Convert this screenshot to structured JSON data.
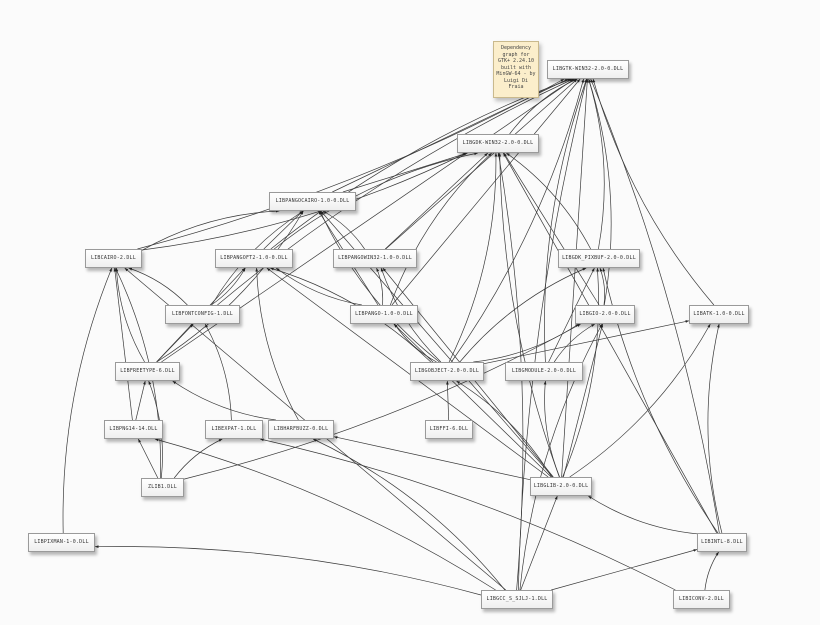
{
  "note": {
    "text": "Dependency graph for GTK+ 2.24.10 built with MinGW-64 - by Luigi Di Fraia"
  },
  "nodes": [
    {
      "id": "libgtk-win32-2.0-0.dll",
      "label": "LIBGTK-WIN32-2.0-0.DLL"
    },
    {
      "id": "libgdk-win32-2.0-0.dll",
      "label": "LIBGDK-WIN32-2.0-0.DLL"
    },
    {
      "id": "libpangocairo-1.0-0.dll",
      "label": "LIBPANGOCAIRO-1.0-0.DLL"
    },
    {
      "id": "libcairo-2.dll",
      "label": "LIBCAIRO-2.DLL"
    },
    {
      "id": "libpangoft2-1.0-0.dll",
      "label": "LIBPANGOFT2-1.0-0.DLL"
    },
    {
      "id": "libpangowin32-1.0-0.dll",
      "label": "LIBPANGOWIN32-1.0-0.DLL"
    },
    {
      "id": "libgdk_pixbuf-2.0-0.dll",
      "label": "LIBGDK_PIXBUF-2.0-0.DLL"
    },
    {
      "id": "libfontconfig-1.dll",
      "label": "LIBFONTCONFIG-1.DLL"
    },
    {
      "id": "libpango-1.0-0.dll",
      "label": "LIBPANGO-1.0-0.DLL"
    },
    {
      "id": "libgio-2.0-0.dll",
      "label": "LIBGIO-2.0-0.DLL"
    },
    {
      "id": "libatk-1.0-0.dll",
      "label": "LIBATK-1.0-0.DLL"
    },
    {
      "id": "libfreetype-6.dll",
      "label": "LIBFREETYPE-6.DLL"
    },
    {
      "id": "libgobject-2.0-0.dll",
      "label": "LIBGOBJECT-2.0-0.DLL"
    },
    {
      "id": "libgmodule-2.0-0.dll",
      "label": "LIBGMODULE-2.0-0.DLL"
    },
    {
      "id": "libpng14-14.dll",
      "label": "LIBPNG14-14.DLL"
    },
    {
      "id": "libexpat-1.dll",
      "label": "LIBEXPAT-1.DLL"
    },
    {
      "id": "libharfbuzz-0.dll",
      "label": "LIBHARFBUZZ-0.DLL"
    },
    {
      "id": "libffi-6.dll",
      "label": "LIBFFI-6.DLL"
    },
    {
      "id": "zlib1.dll",
      "label": "ZLIB1.DLL"
    },
    {
      "id": "libglib-2.0-0.dll",
      "label": "LIBGLIB-2.0-0.DLL"
    },
    {
      "id": "libpixman-1-0.dll",
      "label": "LIBPIXMAN-1-0.DLL"
    },
    {
      "id": "libintl-8.dll",
      "label": "LIBINTL-8.DLL"
    },
    {
      "id": "libgcc_s_sjlj-1.dll",
      "label": "LIBGCC_S_SJLJ-1.DLL"
    },
    {
      "id": "libiconv-2.dll",
      "label": "LIBICONV-2.DLL"
    }
  ],
  "edges": [
    [
      "libgdk-win32-2.0-0.dll",
      "libgtk-win32-2.0-0.dll"
    ],
    [
      "libpangocairo-1.0-0.dll",
      "libgtk-win32-2.0-0.dll"
    ],
    [
      "libcairo-2.dll",
      "libgtk-win32-2.0-0.dll"
    ],
    [
      "libpangoft2-1.0-0.dll",
      "libgtk-win32-2.0-0.dll"
    ],
    [
      "libpangowin32-1.0-0.dll",
      "libgtk-win32-2.0-0.dll"
    ],
    [
      "libgdk_pixbuf-2.0-0.dll",
      "libgtk-win32-2.0-0.dll"
    ],
    [
      "libfontconfig-1.dll",
      "libgtk-win32-2.0-0.dll"
    ],
    [
      "libpango-1.0-0.dll",
      "libgtk-win32-2.0-0.dll"
    ],
    [
      "libgio-2.0-0.dll",
      "libgtk-win32-2.0-0.dll"
    ],
    [
      "libatk-1.0-0.dll",
      "libgtk-win32-2.0-0.dll"
    ],
    [
      "libfreetype-6.dll",
      "libgtk-win32-2.0-0.dll"
    ],
    [
      "libgobject-2.0-0.dll",
      "libgtk-win32-2.0-0.dll"
    ],
    [
      "libgmodule-2.0-0.dll",
      "libgtk-win32-2.0-0.dll"
    ],
    [
      "libglib-2.0-0.dll",
      "libgtk-win32-2.0-0.dll"
    ],
    [
      "libintl-8.dll",
      "libgtk-win32-2.0-0.dll"
    ],
    [
      "libgcc_s_sjlj-1.dll",
      "libgtk-win32-2.0-0.dll"
    ],
    [
      "libpangocairo-1.0-0.dll",
      "libgdk-win32-2.0-0.dll"
    ],
    [
      "libcairo-2.dll",
      "libgdk-win32-2.0-0.dll"
    ],
    [
      "libpangoft2-1.0-0.dll",
      "libgdk-win32-2.0-0.dll"
    ],
    [
      "libpangowin32-1.0-0.dll",
      "libgdk-win32-2.0-0.dll"
    ],
    [
      "libgdk_pixbuf-2.0-0.dll",
      "libgdk-win32-2.0-0.dll"
    ],
    [
      "libpango-1.0-0.dll",
      "libgdk-win32-2.0-0.dll"
    ],
    [
      "libgio-2.0-0.dll",
      "libgdk-win32-2.0-0.dll"
    ],
    [
      "libgobject-2.0-0.dll",
      "libgdk-win32-2.0-0.dll"
    ],
    [
      "libglib-2.0-0.dll",
      "libgdk-win32-2.0-0.dll"
    ],
    [
      "libintl-8.dll",
      "libgdk-win32-2.0-0.dll"
    ],
    [
      "libgcc_s_sjlj-1.dll",
      "libgdk-win32-2.0-0.dll"
    ],
    [
      "libcairo-2.dll",
      "libpangocairo-1.0-0.dll"
    ],
    [
      "libpangoft2-1.0-0.dll",
      "libpangocairo-1.0-0.dll"
    ],
    [
      "libpangowin32-1.0-0.dll",
      "libpangocairo-1.0-0.dll"
    ],
    [
      "libfontconfig-1.dll",
      "libpangocairo-1.0-0.dll"
    ],
    [
      "libpango-1.0-0.dll",
      "libpangocairo-1.0-0.dll"
    ],
    [
      "libfreetype-6.dll",
      "libpangocairo-1.0-0.dll"
    ],
    [
      "libgobject-2.0-0.dll",
      "libpangocairo-1.0-0.dll"
    ],
    [
      "libglib-2.0-0.dll",
      "libpangocairo-1.0-0.dll"
    ],
    [
      "libfontconfig-1.dll",
      "libcairo-2.dll"
    ],
    [
      "libfreetype-6.dll",
      "libcairo-2.dll"
    ],
    [
      "libpng14-14.dll",
      "libcairo-2.dll"
    ],
    [
      "zlib1.dll",
      "libcairo-2.dll"
    ],
    [
      "libpixman-1-0.dll",
      "libcairo-2.dll"
    ],
    [
      "libgcc_s_sjlj-1.dll",
      "libcairo-2.dll"
    ],
    [
      "libfontconfig-1.dll",
      "libpangoft2-1.0-0.dll"
    ],
    [
      "libpango-1.0-0.dll",
      "libpangoft2-1.0-0.dll"
    ],
    [
      "libfreetype-6.dll",
      "libpangoft2-1.0-0.dll"
    ],
    [
      "libgobject-2.0-0.dll",
      "libpangoft2-1.0-0.dll"
    ],
    [
      "libharfbuzz-0.dll",
      "libpangoft2-1.0-0.dll"
    ],
    [
      "libglib-2.0-0.dll",
      "libpangoft2-1.0-0.dll"
    ],
    [
      "libpango-1.0-0.dll",
      "libpangowin32-1.0-0.dll"
    ],
    [
      "libgobject-2.0-0.dll",
      "libpangowin32-1.0-0.dll"
    ],
    [
      "libglib-2.0-0.dll",
      "libpangowin32-1.0-0.dll"
    ],
    [
      "libgio-2.0-0.dll",
      "libgdk_pixbuf-2.0-0.dll"
    ],
    [
      "libgobject-2.0-0.dll",
      "libgdk_pixbuf-2.0-0.dll"
    ],
    [
      "libgmodule-2.0-0.dll",
      "libgdk_pixbuf-2.0-0.dll"
    ],
    [
      "libglib-2.0-0.dll",
      "libgdk_pixbuf-2.0-0.dll"
    ],
    [
      "libintl-8.dll",
      "libgdk_pixbuf-2.0-0.dll"
    ],
    [
      "libfreetype-6.dll",
      "libfontconfig-1.dll"
    ],
    [
      "libexpat-1.dll",
      "libfontconfig-1.dll"
    ],
    [
      "libgobject-2.0-0.dll",
      "libpango-1.0-0.dll"
    ],
    [
      "libglib-2.0-0.dll",
      "libpango-1.0-0.dll"
    ],
    [
      "libgobject-2.0-0.dll",
      "libgio-2.0-0.dll"
    ],
    [
      "libgmodule-2.0-0.dll",
      "libgio-2.0-0.dll"
    ],
    [
      "libglib-2.0-0.dll",
      "libgio-2.0-0.dll"
    ],
    [
      "zlib1.dll",
      "libgio-2.0-0.dll"
    ],
    [
      "libgcc_s_sjlj-1.dll",
      "libgio-2.0-0.dll"
    ],
    [
      "libgobject-2.0-0.dll",
      "libatk-1.0-0.dll"
    ],
    [
      "libglib-2.0-0.dll",
      "libatk-1.0-0.dll"
    ],
    [
      "libintl-8.dll",
      "libatk-1.0-0.dll"
    ],
    [
      "libpng14-14.dll",
      "libfreetype-6.dll"
    ],
    [
      "zlib1.dll",
      "libfreetype-6.dll"
    ],
    [
      "libharfbuzz-0.dll",
      "libfreetype-6.dll"
    ],
    [
      "libffi-6.dll",
      "libgobject-2.0-0.dll"
    ],
    [
      "libglib-2.0-0.dll",
      "libgobject-2.0-0.dll"
    ],
    [
      "libglib-2.0-0.dll",
      "libgmodule-2.0-0.dll"
    ],
    [
      "zlib1.dll",
      "libpng14-14.dll"
    ],
    [
      "libgcc_s_sjlj-1.dll",
      "libpng14-14.dll"
    ],
    [
      "zlib1.dll",
      "libexpat-1.dll"
    ],
    [
      "libglib-2.0-0.dll",
      "libharfbuzz-0.dll"
    ],
    [
      "libgcc_s_sjlj-1.dll",
      "libharfbuzz-0.dll"
    ],
    [
      "libintl-8.dll",
      "libglib-2.0-0.dll"
    ],
    [
      "libgcc_s_sjlj-1.dll",
      "libglib-2.0-0.dll"
    ],
    [
      "libgcc_s_sjlj-1.dll",
      "libpixman-1-0.dll"
    ],
    [
      "libiconv-2.dll",
      "libintl-8.dll"
    ],
    [
      "libgcc_s_sjlj-1.dll",
      "libintl-8.dll"
    ],
    [
      "libiconv-2.dll",
      "libexpat-1.dll"
    ]
  ]
}
